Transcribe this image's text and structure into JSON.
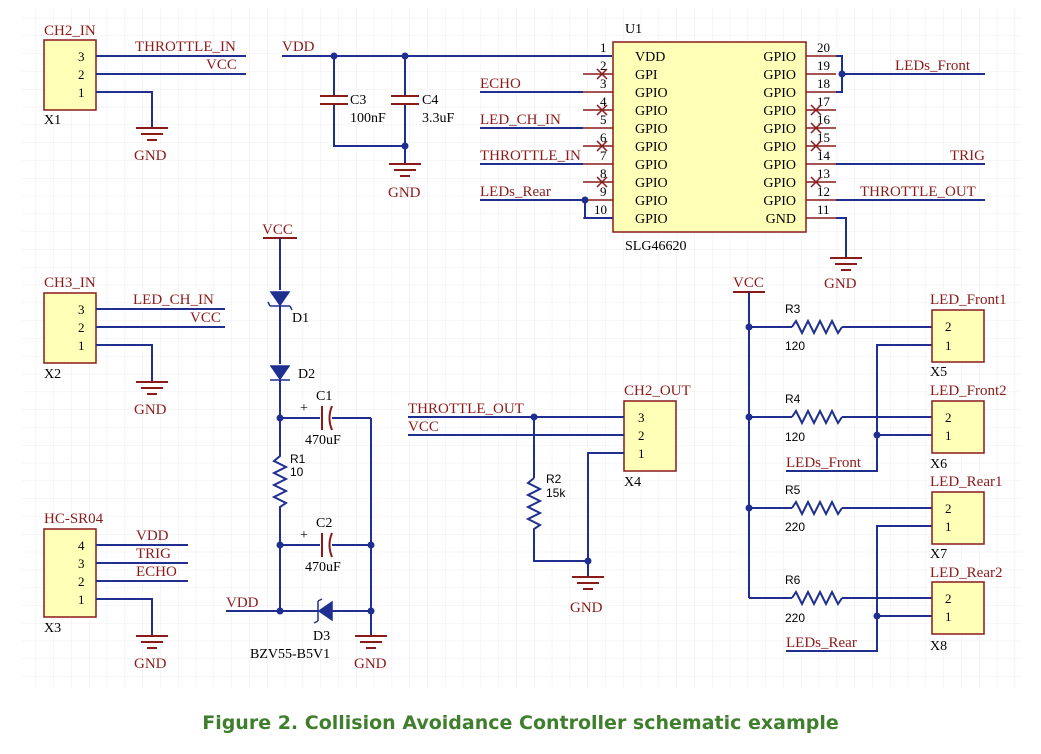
{
  "caption": "Figure 2. Collision Avoidance Controller schematic example",
  "nets": {
    "VDD": "VDD",
    "VCC": "VCC",
    "GND": "GND",
    "THROTTLE_IN": "THROTTLE_IN",
    "THROTTLE_OUT": "THROTTLE_OUT",
    "ECHO": "ECHO",
    "LED_CH_IN": "LED_CH_IN",
    "TRIG": "TRIG",
    "LEDs_Front": "LEDs_Front",
    "LEDs_Rear": "LEDs_Rear"
  },
  "connectors": {
    "X1": {
      "ref": "X1",
      "title": "CH2_IN"
    },
    "X2": {
      "ref": "X2",
      "title": "CH3_IN"
    },
    "X3": {
      "ref": "X3",
      "title": "HC-SR04"
    },
    "X4": {
      "ref": "X4",
      "title": "CH2_OUT"
    },
    "X5": {
      "ref": "X5",
      "title": "LED_Front1"
    },
    "X6": {
      "ref": "X6",
      "title": "LED_Front2"
    },
    "X7": {
      "ref": "X7",
      "title": "LED_Rear1"
    },
    "X8": {
      "ref": "X8",
      "title": "LED_Rear2"
    }
  },
  "u1": {
    "ref": "U1",
    "part": "SLG46620",
    "left_pins": [
      "VDD",
      "GPI",
      "GPIO",
      "GPIO",
      "GPIO",
      "GPIO",
      "GPIO",
      "GPIO",
      "GPIO",
      "GPIO"
    ],
    "right_pins": [
      "GPIO",
      "GPIO",
      "GPIO",
      "GPIO",
      "GPIO",
      "GPIO",
      "GPIO",
      "GPIO",
      "GPIO",
      "GND"
    ]
  },
  "capacitors": {
    "C1": {
      "ref": "C1",
      "value": "470uF"
    },
    "C2": {
      "ref": "C2",
      "value": "470uF"
    },
    "C3": {
      "ref": "C3",
      "value": "100nF"
    },
    "C4": {
      "ref": "C4",
      "value": "3.3uF"
    }
  },
  "resistors": {
    "R1": {
      "ref": "R1",
      "value": "10"
    },
    "R2": {
      "ref": "R2",
      "value": "15k"
    },
    "R3": {
      "ref": "R3",
      "value": "120"
    },
    "R4": {
      "ref": "R4",
      "value": "120"
    },
    "R5": {
      "ref": "R5",
      "value": "220"
    },
    "R6": {
      "ref": "R6",
      "value": "220"
    }
  },
  "diodes": {
    "D1": {
      "ref": "D1"
    },
    "D2": {
      "ref": "D2"
    },
    "D3": {
      "ref": "D3",
      "value": "BZV55-B5V1"
    }
  }
}
